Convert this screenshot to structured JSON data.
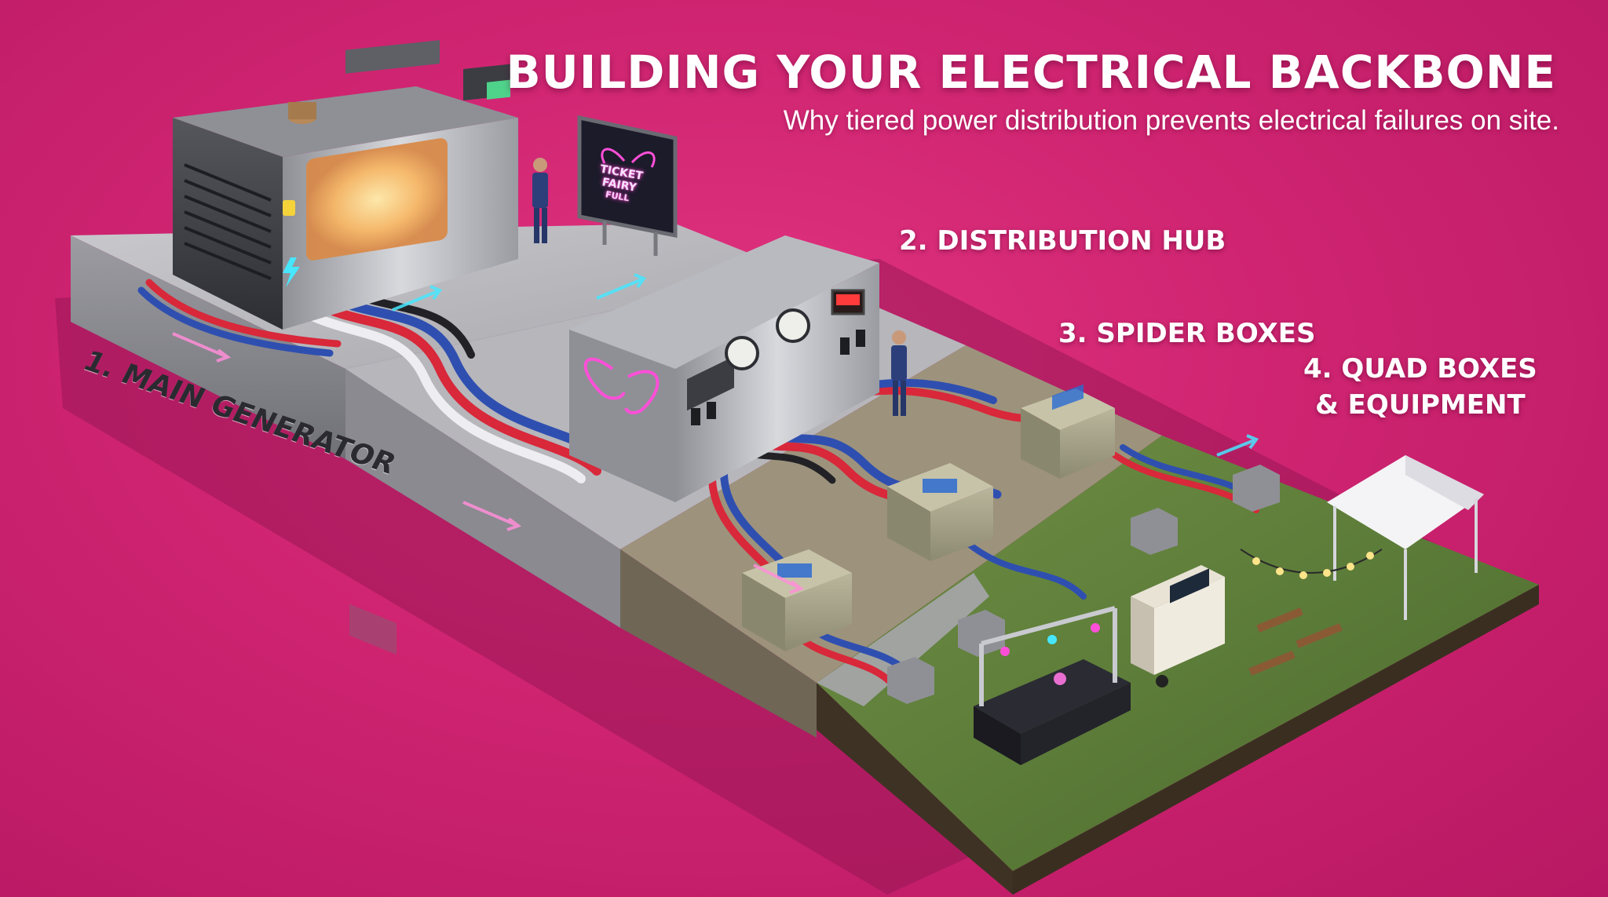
{
  "header": {
    "title": "BUILDING YOUR ELECTRICAL BACKBONE",
    "subtitle": "Why tiered power distribution prevents electrical failures on site."
  },
  "stages": {
    "main_generator": "1. MAIN GENERATOR",
    "distribution_hub": "2. DISTRIBUTION HUB",
    "spider_boxes": "3. SPIDER BOXES",
    "quad_boxes_line1": "4. QUAD BOXES",
    "quad_boxes_line2": "& EQUIPMENT"
  },
  "brand_sign": {
    "name": "TICKET FAIRY",
    "sub": "FULL"
  },
  "colors": {
    "background": "#d12673",
    "cable_red": "#d8283a",
    "cable_blue": "#2f4fb0",
    "cable_white": "#eeeef2",
    "neon_pink": "#ff4fd8",
    "neon_cyan": "#46e6ff",
    "grass": "#5f7f3a"
  },
  "icons": [
    "lightning-icon",
    "fuel-icon",
    "neon-wings-icon",
    "flow-arrow-icon"
  ]
}
